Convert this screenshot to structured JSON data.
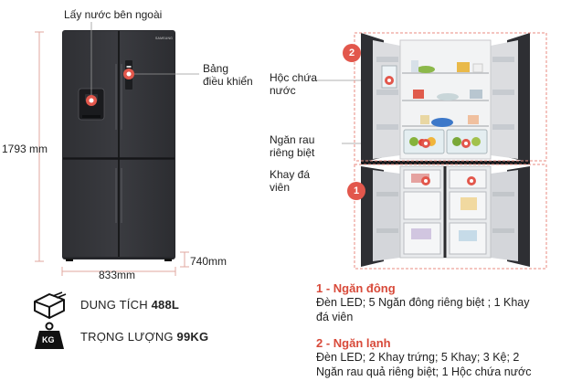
{
  "labels": {
    "water_dispenser": "Lấy nước bên ngoài",
    "control_panel_line1": "Bảng",
    "control_panel_line2": "điều khiển",
    "ice_bin_line1": "Hộc chứa",
    "ice_bin_line2": "nước",
    "crisper_line1": "Ngăn rau",
    "crisper_line2": "riêng biệt",
    "ice_tray_line1": "Khay đá",
    "ice_tray_line2": "viên"
  },
  "dimensions": {
    "height": "1793 mm",
    "width": "833mm",
    "depth": "740mm"
  },
  "brand": "SAMSUNG",
  "badges": {
    "one": "1",
    "two": "2"
  },
  "specs": {
    "capacity_label": "DUNG TÍCH",
    "capacity_value": "488L",
    "weight_label": "TRỌNG LƯỢNG",
    "weight_value": "99KG",
    "weight_icon_text": "KG"
  },
  "sections": {
    "freezer_title": "1 - Ngăn đông",
    "freezer_desc_line1": "Đèn LED; 5 Ngăn đông riêng biệt ; 1 Khay",
    "freezer_desc_line2": "đá viên",
    "fridge_title": "2 - Ngăn lạnh",
    "fridge_desc_line1": "Đèn LED; 2 Khay trứng; 5 Khay; 3 Kệ; 2",
    "fridge_desc_line2": "Ngăn rau quả riêng biệt; 1 Hộc chứa nước"
  },
  "colors": {
    "accent": "#e2574c",
    "fridge_body": "#2b2c30",
    "dimension_line": "#e0a79f"
  }
}
